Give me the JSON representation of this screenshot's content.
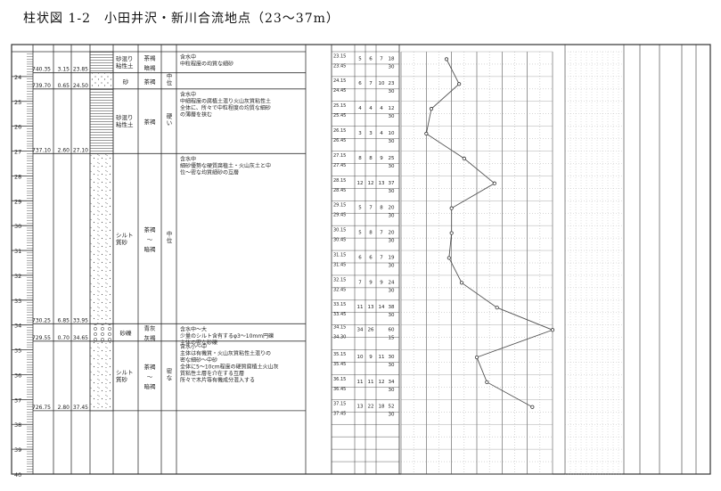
{
  "title": "柱状図 1-2　小田井沢・新川合流地点（23〜37m）",
  "chart_data": {
    "type": "line",
    "title": "柱状図 1-2　小田井沢・新川合流地点（23〜37m）",
    "depth_scale": [
      24,
      25,
      26,
      27,
      28,
      29,
      30,
      31,
      32,
      33,
      34,
      35,
      36,
      37,
      38,
      39,
      40
    ],
    "ylim": [
      23,
      40
    ],
    "xlim": [
      0,
      60
    ],
    "grid": true,
    "layers": [
      {
        "elevation": "740.35",
        "thickness": "3.15",
        "depth": "23.85",
        "name": "砂混り粘性土",
        "color": "茶褐 暗褐",
        "density": "",
        "top": 23.0,
        "bottom": 23.85
      },
      {
        "elevation": "739.70",
        "thickness": "0.65",
        "depth": "24.50",
        "name": "砂",
        "color": "茶褐",
        "density": "中位",
        "top": 23.85,
        "bottom": 24.5
      },
      {
        "elevation": "737.10",
        "thickness": "2.60",
        "depth": "27.10",
        "name": "砂混り粘性土",
        "color": "茶褐",
        "density": "硬い",
        "top": 24.5,
        "bottom": 27.1
      },
      {
        "elevation": "730.25",
        "thickness": "6.85",
        "depth": "33.95",
        "name": "シルト質砂",
        "color": "茶褐 〜 暗褐",
        "density": "中位",
        "top": 27.1,
        "bottom": 33.95
      },
      {
        "elevation": "729.55",
        "thickness": "0.70",
        "depth": "34.65",
        "name": "砂礫",
        "color": "青灰 灰褐",
        "density": "",
        "top": 33.95,
        "bottom": 34.65
      },
      {
        "elevation": "726.75",
        "thickness": "2.80",
        "depth": "37.45",
        "name": "シルト質砂",
        "color": "茶褐 〜 暗褐",
        "density": "密な",
        "top": 34.65,
        "bottom": 37.45
      }
    ],
    "notes": [
      {
        "depth": 23.0,
        "lines": [
          "含水中",
          "中粒程度の均質な細砂"
        ]
      },
      {
        "depth": 24.5,
        "lines": [
          "含水中",
          "中細程度の腐植土混り火山灰質粘性土",
          "全体に、所々で中粒程度の均質な細砂",
          "の薄層を挟む"
        ]
      },
      {
        "depth": 27.1,
        "lines": [
          "含水中",
          "細砂優勢な硬質腐植土・火山灰土と中",
          "位〜密な均質細砂の互層"
        ]
      },
      {
        "depth": 33.95,
        "lines": [
          "含水中〜大",
          "少量のシルト含有するφ3〜10mm円礫",
          "主体の密な砂礫"
        ]
      },
      {
        "depth": 34.65,
        "lines": [
          "含水小〜中",
          "主体は有機質・火山灰質粘性土混りの",
          "密な細砂〜中砂",
          "全体に5〜10cm程度の硬質腐植土火山灰",
          "質粘性土層を介在する互層",
          "所々で木片等有機成分混入する"
        ]
      }
    ],
    "spt": [
      {
        "start": "23.15",
        "end": "23.45",
        "blows": [
          "5",
          "6",
          "7"
        ],
        "n": "18",
        "pen": "30",
        "depth": 23.3,
        "value": 18
      },
      {
        "start": "24.15",
        "end": "24.45",
        "blows": [
          "6",
          "7",
          "10"
        ],
        "n": "23",
        "pen": "30",
        "depth": 24.3,
        "value": 23
      },
      {
        "start": "25.15",
        "end": "25.45",
        "blows": [
          "4",
          "4",
          "4"
        ],
        "n": "12",
        "pen": "30",
        "depth": 25.3,
        "value": 12
      },
      {
        "start": "26.15",
        "end": "26.45",
        "blows": [
          "3",
          "3",
          "4"
        ],
        "n": "10",
        "pen": "30",
        "depth": 26.3,
        "value": 10
      },
      {
        "start": "27.15",
        "end": "27.45",
        "blows": [
          "8",
          "8",
          "9"
        ],
        "n": "25",
        "pen": "30",
        "depth": 27.3,
        "value": 25
      },
      {
        "start": "28.15",
        "end": "28.45",
        "blows": [
          "12",
          "12",
          "13"
        ],
        "n": "37",
        "pen": "30",
        "depth": 28.3,
        "value": 37
      },
      {
        "start": "29.15",
        "end": "29.45",
        "blows": [
          "5",
          "7",
          "8"
        ],
        "n": "20",
        "pen": "30",
        "depth": 29.3,
        "value": 20
      },
      {
        "start": "30.15",
        "end": "30.45",
        "blows": [
          "5",
          "8",
          "7"
        ],
        "n": "20",
        "pen": "30",
        "depth": 30.3,
        "value": 20
      },
      {
        "start": "31.15",
        "end": "31.45",
        "blows": [
          "6",
          "6",
          "7"
        ],
        "n": "19",
        "pen": "30",
        "depth": 31.3,
        "value": 19
      },
      {
        "start": "32.15",
        "end": "32.45",
        "blows": [
          "7",
          "9",
          "9"
        ],
        "n": "24",
        "pen": "30",
        "depth": 32.3,
        "value": 24
      },
      {
        "start": "33.15",
        "end": "33.45",
        "blows": [
          "11",
          "13",
          "14"
        ],
        "n": "38",
        "pen": "30",
        "depth": 33.3,
        "value": 38
      },
      {
        "start": "34.15",
        "end": "34.30",
        "blows": [
          "34",
          "26",
          ""
        ],
        "n": "60",
        "pen": "15",
        "depth": 34.2,
        "value": 60
      },
      {
        "start": "35.15",
        "end": "35.45",
        "blows": [
          "10",
          "9",
          "11"
        ],
        "n": "30",
        "pen": "30",
        "depth": 35.3,
        "value": 30
      },
      {
        "start": "36.15",
        "end": "36.45",
        "blows": [
          "11",
          "11",
          "12"
        ],
        "n": "34",
        "pen": "30",
        "depth": 36.3,
        "value": 34
      },
      {
        "start": "37.15",
        "end": "37.45",
        "blows": [
          "13",
          "22",
          "18"
        ],
        "n": "52",
        "pen": "30",
        "depth": 37.3,
        "value": 52
      }
    ]
  }
}
